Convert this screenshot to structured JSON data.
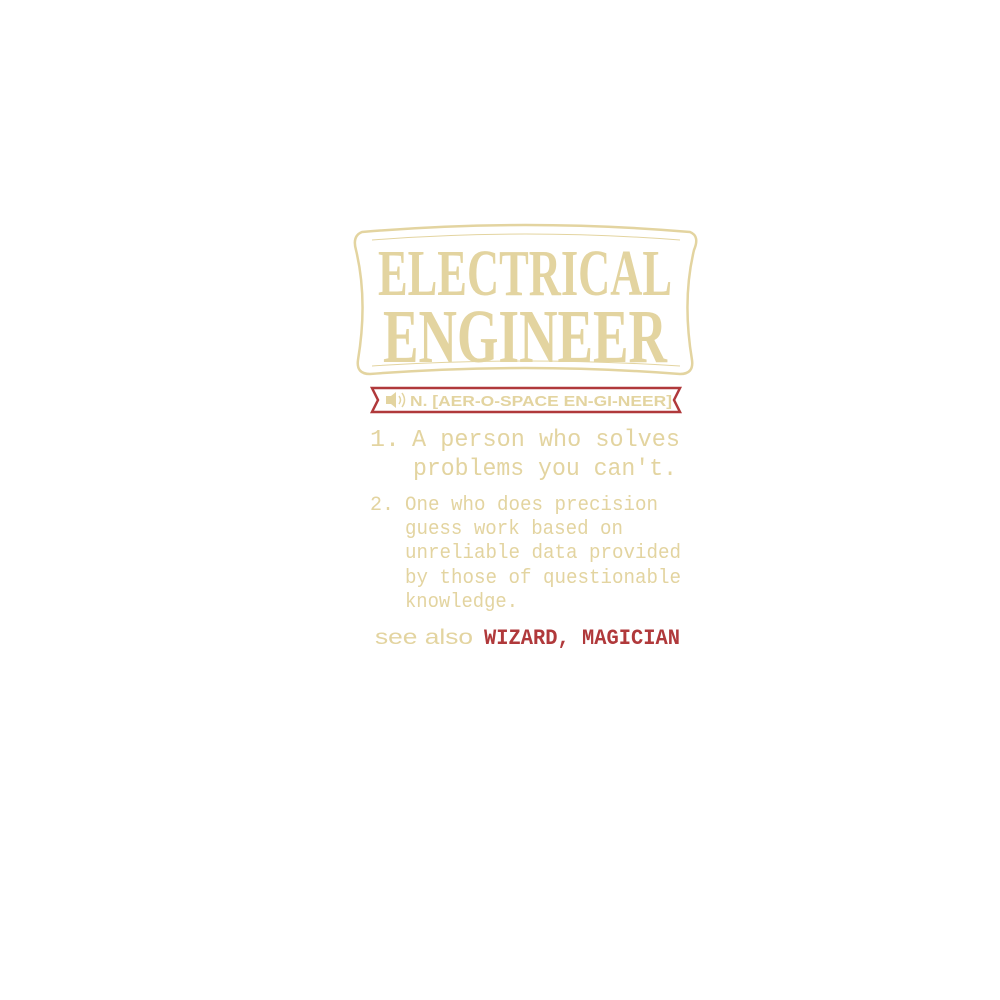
{
  "title": {
    "line1": "ELECTRICAL",
    "line2": "ENGINEER"
  },
  "pronunciation": "N. [AER-O-SPACE EN-GI-NEER]",
  "definitions": [
    {
      "number": "1.",
      "lines": [
        "A person who solves",
        "problems you can't."
      ]
    },
    {
      "number": "2.",
      "lines": [
        "One who does precision",
        "guess work based on",
        "unreliable data provided",
        "by those of questionable",
        "knowledge."
      ]
    }
  ],
  "see_also": {
    "label": "see also",
    "terms": "WIZARD, MAGICIAN"
  },
  "colors": {
    "tan": "#e3d4a0",
    "red": "#b0393b"
  }
}
